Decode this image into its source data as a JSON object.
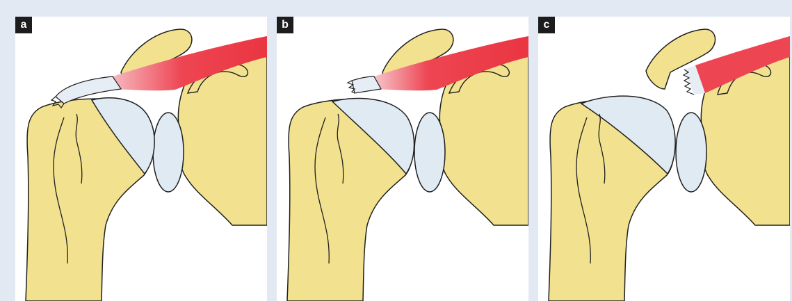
{
  "panels": [
    {
      "label": "a",
      "variant": "articular-side-tear"
    },
    {
      "label": "b",
      "variant": "bursal-side-tear"
    },
    {
      "label": "c",
      "variant": "tendon-retraction"
    }
  ],
  "colors": {
    "background": "#e3e9f3",
    "panel": "#ffffff",
    "bone": "#f2e18e",
    "cartilage": "#dfeaf3",
    "muscle": "#ee4552",
    "tendon": "#e6edf5",
    "outline": "#1f1f1f",
    "label_bg": "#1c1c1c",
    "label_text": "#ffffff"
  },
  "icons": [
    "humerus-head",
    "glenoid-cartilage",
    "acromion",
    "coracoid",
    "supraspinatus-muscle",
    "supraspinatus-tendon"
  ]
}
